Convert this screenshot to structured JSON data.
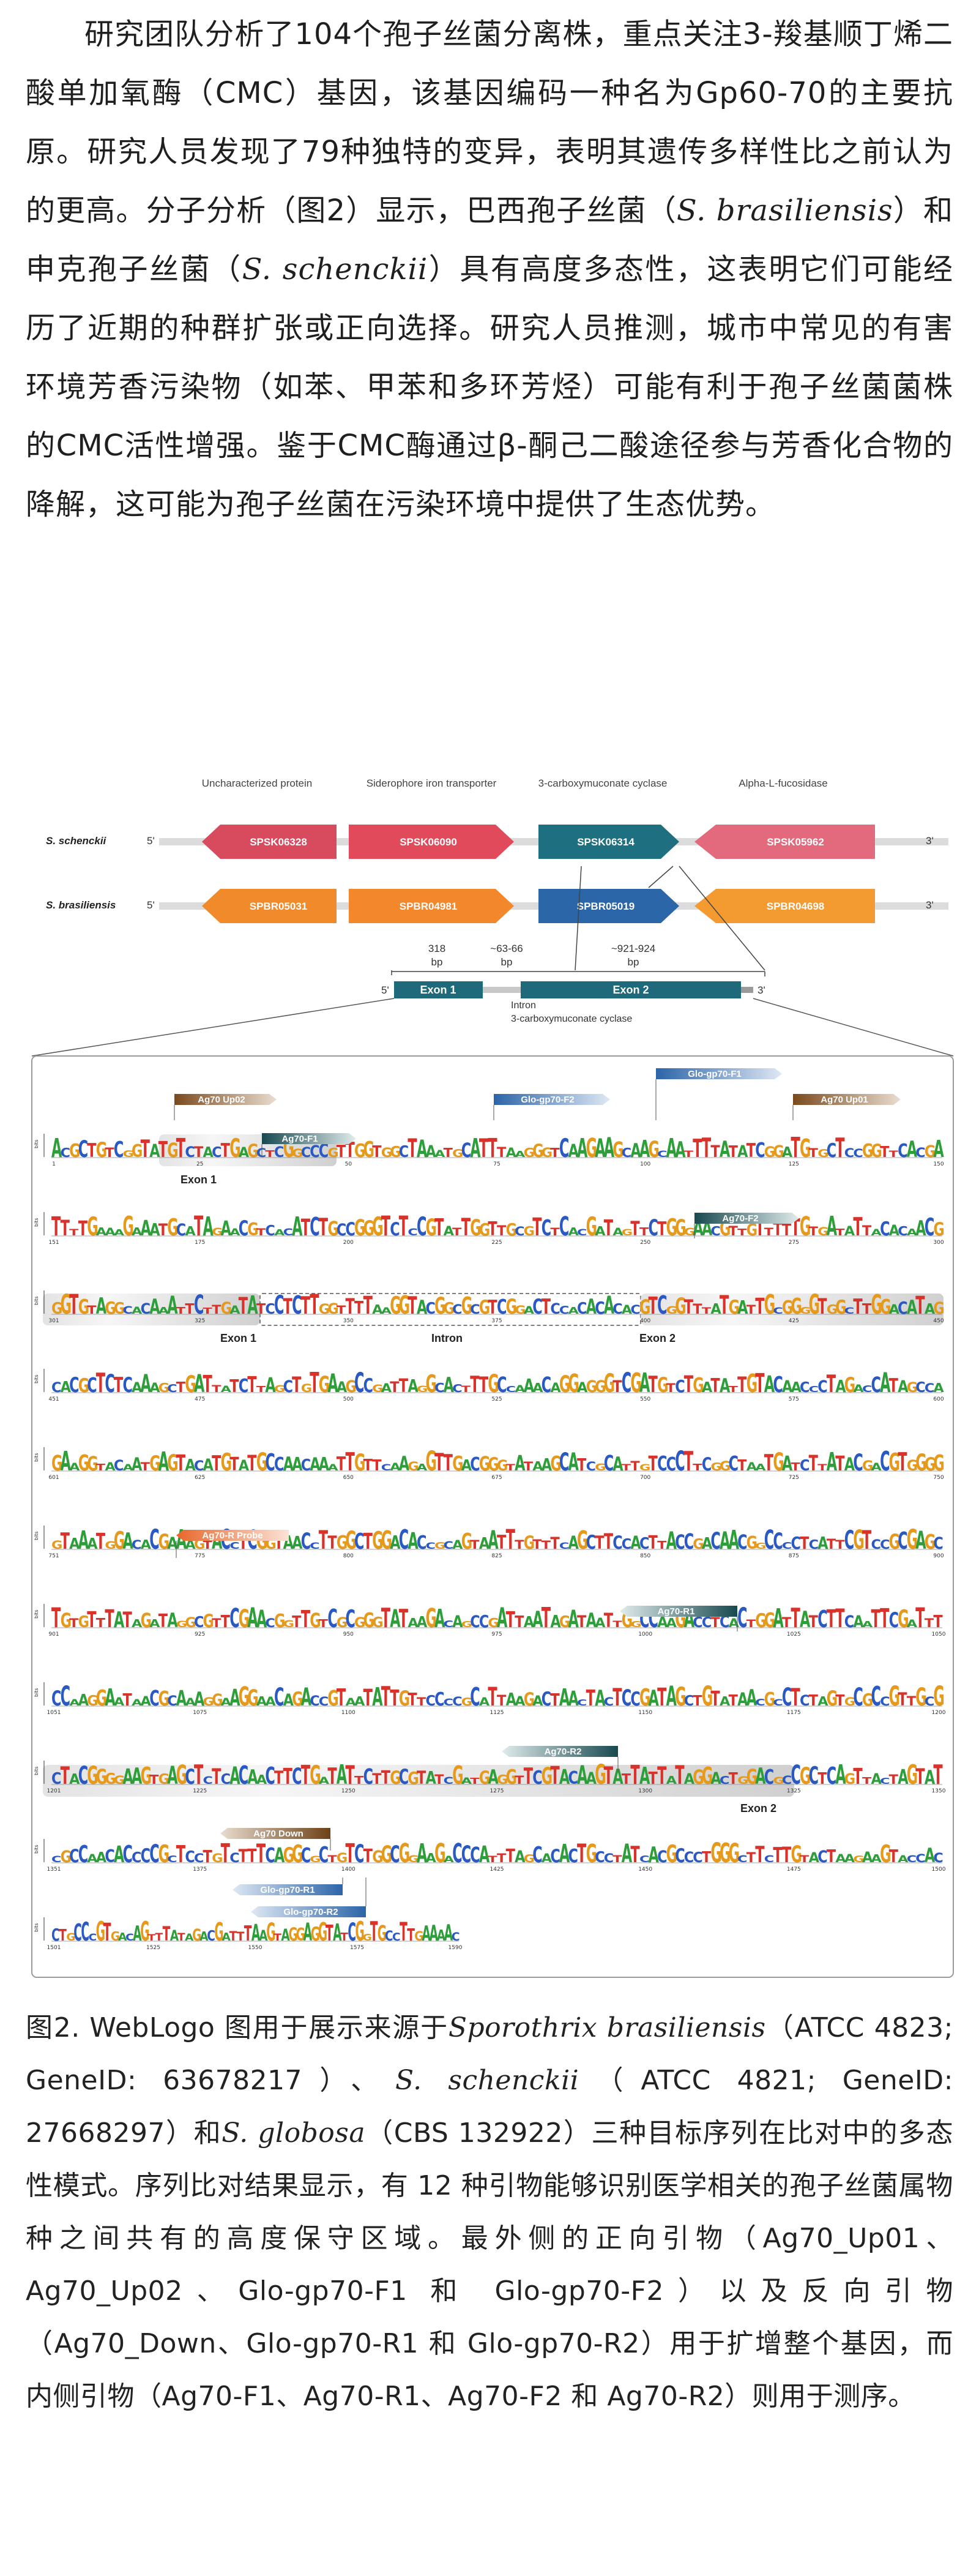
{
  "paragraph": {
    "p1": "研究团队分析了104个孢子丝菌分离株，重点关注3-羧基顺丁烯二酸单加氧酶（CMC）基因，该基因编码一种名为Gp60-70的主要抗原。研究人员发现了79种独特的变异，表明其遗传多样性比之前认为的更高。分子分析（图2）显示，巴西孢子丝菌（",
    "sp1": "S. brasiliensis",
    "p2": "）和申克孢子丝菌（",
    "sp2": "S. schenckii",
    "p3": "）具有高度多态性，这表明它们可能经历了近期的种群扩张或正向选择。研究人员推测，城市中常见的有害环境芳香污染物（如苯、甲苯和多环芳烃）可能有利于孢子丝菌菌株的CMC活性增强。鉴于CMC酶通过β-酮己二酸途径参与芳香化合物的降解，这可能为孢子丝菌在污染环境中提供了生态优势。"
  },
  "figure": {
    "gene_map": {
      "headers": [
        "Uncharacterized protein",
        "Siderophore iron transporter",
        "3-carboxymuconate cyclase",
        "Alpha-L-fucosidase"
      ],
      "rows": [
        {
          "species": "S. schenckii",
          "five": "5'",
          "three": "3'",
          "genes": [
            "SPSK06328",
            "SPSK06090",
            "SPSK06314",
            "SPSK05962"
          ]
        },
        {
          "species": "S. brasiliensis",
          "five": "5'",
          "three": "3'",
          "genes": [
            "SPBR05031",
            "SPBR04981",
            "SPBR05019",
            "SPBR04698"
          ]
        }
      ],
      "colors": {
        "sk_red": "#d84a5e",
        "sk_teal": "#1e6f80",
        "br_orange": "#f08a2a",
        "br_blue": "#2a66a8"
      }
    },
    "structure": {
      "five": "5'",
      "three": "3'",
      "exon1_len": "318",
      "exon1_unit": "bp",
      "intron_len": "~63-66",
      "intron_unit": "bp",
      "exon2_len": "~921-924",
      "exon2_unit": "bp",
      "exon1": "Exon 1",
      "exon2": "Exon 2",
      "intron": "Intron",
      "gene_name": "3-carboxymuconate cyclase"
    },
    "logo": {
      "bits_label": "bits",
      "rows": [
        {
          "start": "1",
          "end": "150",
          "ticks": [
            "25",
            "50",
            "75",
            "100",
            "125"
          ]
        },
        {
          "start": "151",
          "end": "300",
          "ticks": [
            "175",
            "200",
            "225",
            "250",
            "275"
          ]
        },
        {
          "start": "301",
          "end": "450",
          "ticks": [
            "325",
            "350",
            "375",
            "400",
            "425"
          ]
        },
        {
          "start": "451",
          "end": "600",
          "ticks": [
            "475",
            "500",
            "525",
            "550",
            "575"
          ]
        },
        {
          "start": "601",
          "end": "750",
          "ticks": [
            "625",
            "650",
            "675",
            "700",
            "725"
          ]
        },
        {
          "start": "751",
          "end": "900",
          "ticks": [
            "775",
            "800",
            "825",
            "850",
            "875"
          ]
        },
        {
          "start": "901",
          "end": "1050",
          "ticks": [
            "925",
            "950",
            "975",
            "1000",
            "1025"
          ]
        },
        {
          "start": "1051",
          "end": "1200",
          "ticks": [
            "1075",
            "1100",
            "1125",
            "1150",
            "1175"
          ]
        },
        {
          "start": "1201",
          "end": "1350",
          "ticks": [
            "1225",
            "1250",
            "1275",
            "1300",
            "1325"
          ]
        },
        {
          "start": "1351",
          "end": "1500",
          "ticks": [
            "1375",
            "1400",
            "1425",
            "1450",
            "1475"
          ]
        },
        {
          "start": "1501",
          "end": "1590",
          "ticks": [
            "1525",
            "1550",
            "1575"
          ]
        }
      ],
      "primers": {
        "ag70_up02": "Ag70 Up02",
        "glo_f2": "Glo-gp70-F2",
        "glo_f1": "Glo-gp70-F1",
        "ag70_up01": "Ag70 Up01",
        "ag70_f1": "Ag70-F1",
        "ag70_f2": "Ag70-F2",
        "ag70_r_probe": "Ag70-R Probe",
        "ag70_r1": "Ag70-R1",
        "ag70_r2": "Ag70-R2",
        "ag70_down": "Ag70 Down",
        "glo_r1": "Glo-gp70-R1",
        "glo_r2": "Glo-gp70-R2"
      },
      "region_labels": {
        "exon1": "Exon 1",
        "exon1b": "Exon 1",
        "intron": "Intron",
        "exon2": "Exon 2",
        "exon2b": "Exon 2"
      }
    }
  },
  "caption": {
    "c1": "图2. WebLogo 图用于展示来源于",
    "sp1": "Sporothrix brasiliensis",
    "c2": "（ATCC 4823; GeneID: 63678217）、",
    "sp2": "S. schenckii",
    "c3": "（ATCC 4821; GeneID: 27668297）和",
    "sp3": "S. globosa",
    "c4": "（CBS 132922）三种目标序列在比对中的多态性模式。序列比对结果显示，有 12 种引物能够识别医学相关的孢子丝菌属物种之间共有的高度保守区域。最外侧的正向引物（Ag70_Up01、Ag70_Up02、Glo-gp70-F1 和 Glo-gp70-F2）以及反向引物（Ag70_Down、Glo-gp70-R1 和 Glo-gp70-R2）用于扩增整个基因，而内侧引物（Ag70-F1、Ag70-R1、Ag70-F2 和 Ag70-R2）则用于测序。"
  }
}
